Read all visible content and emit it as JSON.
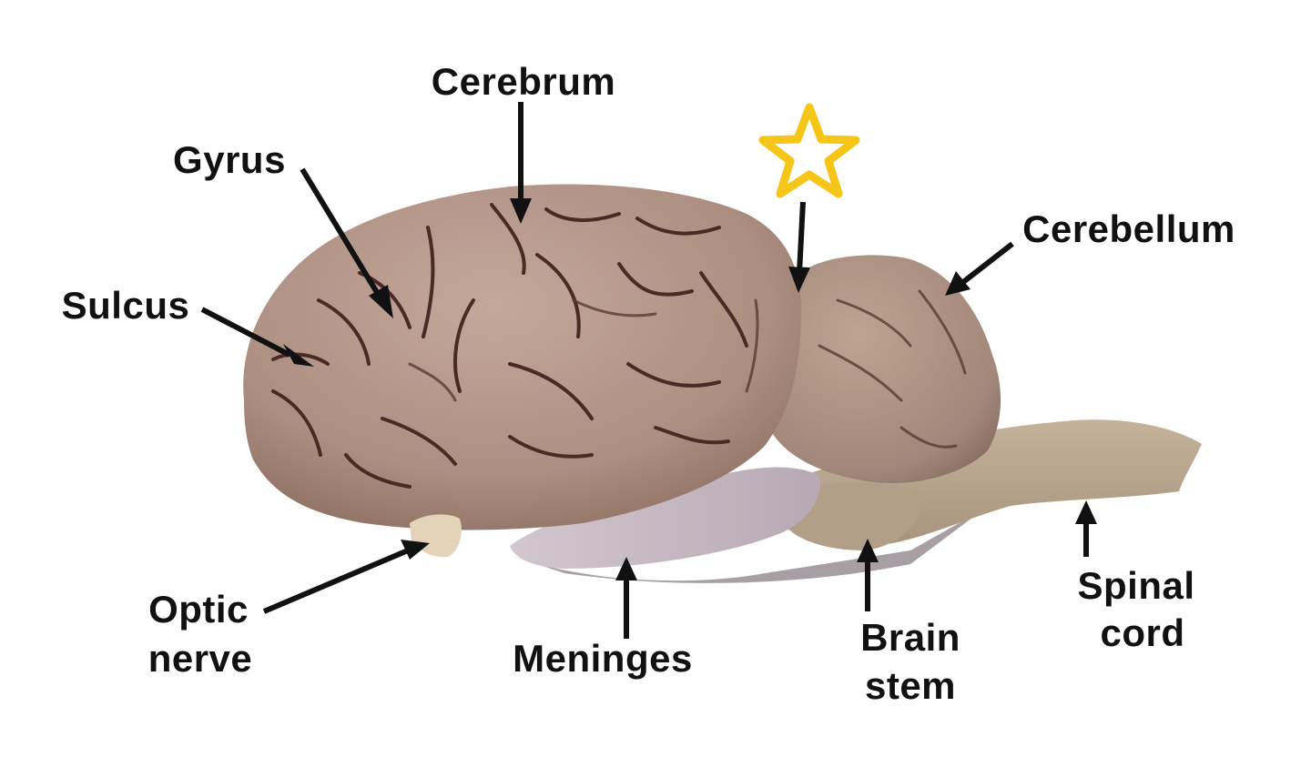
{
  "labels": {
    "cerebrum": "Cerebrum",
    "gyrus": "Gyrus",
    "sulcus": "Sulcus",
    "cerebellum": "Cerebellum",
    "optic_nerve_1": "Optic",
    "optic_nerve_2": "nerve",
    "meninges": "Meninges",
    "brain_stem_1": "Brain",
    "brain_stem_2": "stem",
    "spinal_cord_1": "Spinal",
    "spinal_cord_2": "cord"
  },
  "marker": {
    "icon": "star-outline-icon",
    "color": "#f5c518"
  },
  "colors": {
    "tissue": "#b09486",
    "tissue_dark": "#8f7264",
    "meninges": "#c9bcc4",
    "stem": "#b8a58e"
  }
}
